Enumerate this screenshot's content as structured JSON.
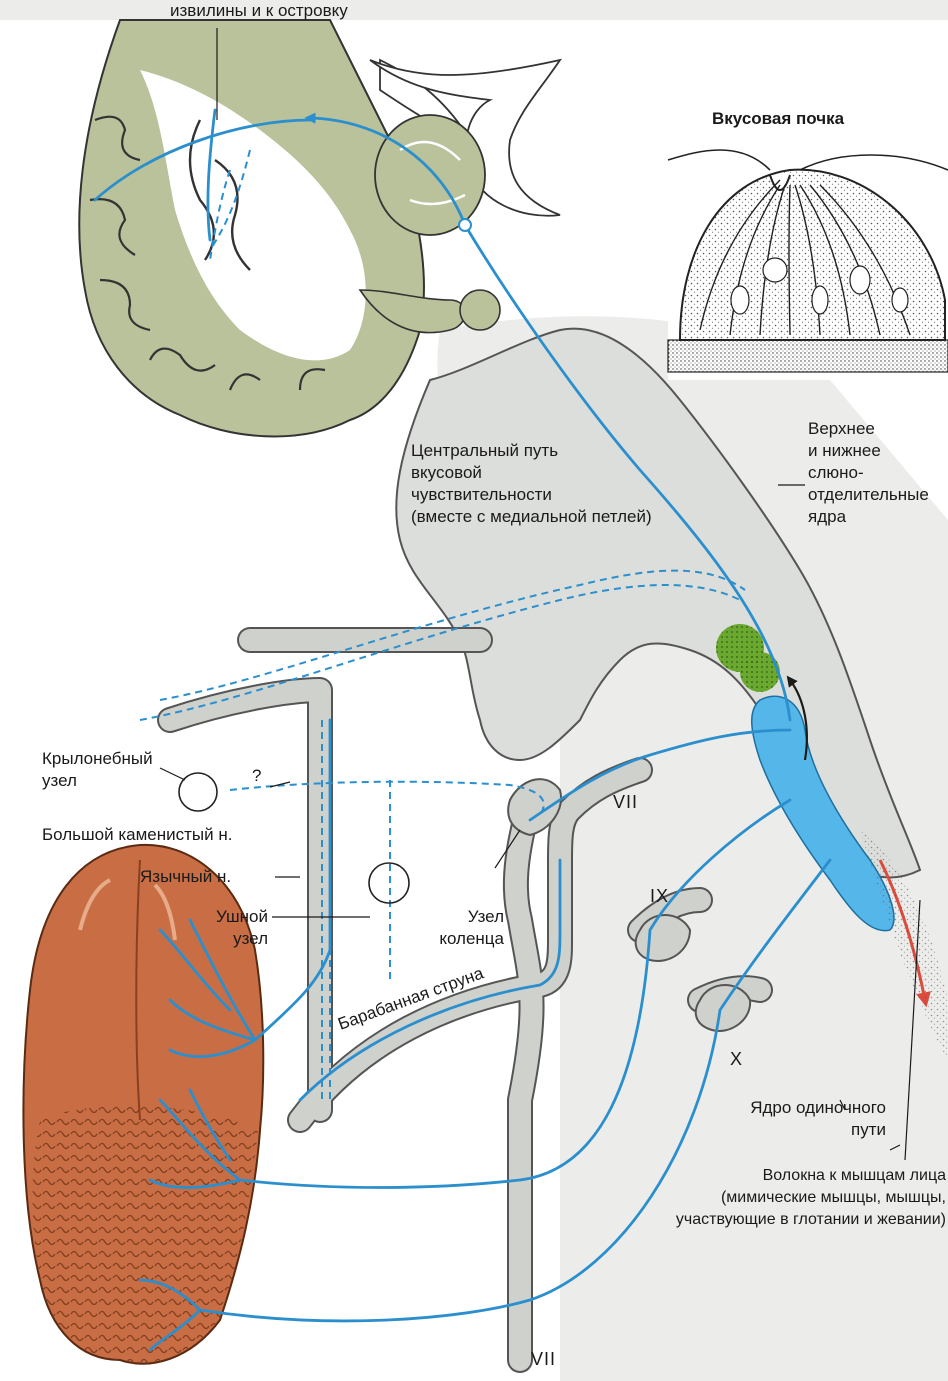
{
  "colors": {
    "brain_fill": "#b9c29a",
    "brain_dark": "#8d9a6d",
    "nerve_gray": "#cfd1cd",
    "nerve_outline": "#555555",
    "pathway_blue": "#2b8fce",
    "nucleus_blue": "#55b6ea",
    "salivary_green": "#6aa82f",
    "tongue_fill": "#c96d44",
    "tongue_dark": "#7a3b1d",
    "motor_red": "#e04a3a",
    "background_shade": "#dcdedb"
  },
  "icons": [
    "arrow-head-icon",
    "question-mark-icon"
  ],
  "labels": {
    "to_insula": "извилины и к островку",
    "taste_bud_title": "Вкусовая почка",
    "central_path": [
      "Центральный путь",
      "вкусовой",
      "чувствительности",
      "(вместе с медиальной петлей)"
    ],
    "salivary_nuclei": [
      "Верхнее",
      "и нижнее",
      "слюно-",
      "отделительные",
      "ядра"
    ],
    "pterygopalatine_ganglion": [
      "Крылонебный",
      "узел"
    ],
    "question": "?",
    "greater_petrosal": "Большой каменистый н.",
    "lingual_nerve": "Язычный н.",
    "otic_ganglion": [
      "Ушной",
      "узел"
    ],
    "geniculate_ganglion": [
      "Узел",
      "коленца"
    ],
    "chorda_tympani": "Барабанная струна",
    "nerve_vii_top": "VII",
    "nerve_ix": "IX",
    "nerve_x": "X",
    "nerve_vii_bottom": "VII",
    "solitary_nucleus": [
      "Ядро одиночного",
      "пути"
    ],
    "facial_fibers": [
      "Волокна к мышцам лица",
      "(мимические мышцы, мышцы,",
      "участвующие в глотании и жевании)"
    ]
  }
}
